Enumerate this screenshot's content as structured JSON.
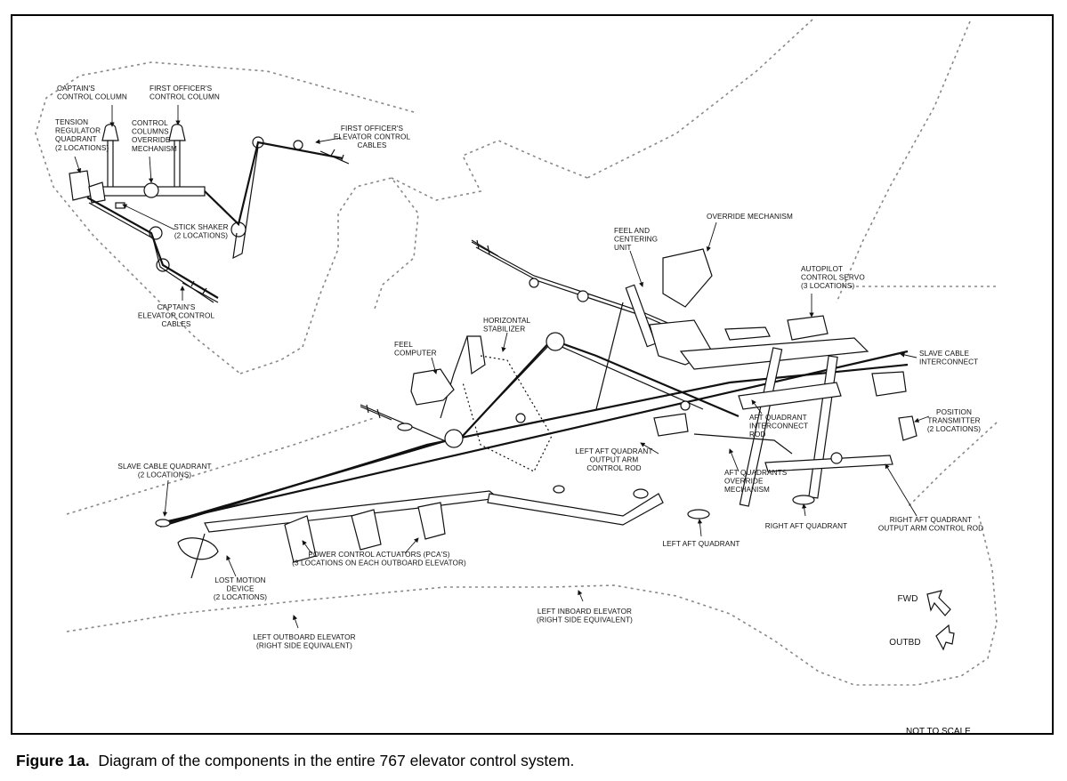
{
  "figure": {
    "caption_label": "Figure 1a.",
    "caption_text": "Diagram of the components in the entire 767 elevator control system.",
    "scale_note": "NOT TO SCALE"
  },
  "labels": {
    "captains_column": [
      "CAPTAIN'S",
      "CONTROL COLUMN"
    ],
    "first_officers_column": [
      "FIRST OFFICER'S",
      "CONTROL COLUMN"
    ],
    "tension_regulator": [
      "TENSION",
      "REGULATOR",
      "QUADRANT",
      "(2 LOCATIONS)"
    ],
    "override_mechanism_cockpit": [
      "CONTROL",
      "COLUMNS",
      "OVERRIDE",
      "MECHANISM"
    ],
    "fo_cables": [
      "FIRST OFFICER'S",
      "ELEVATOR CONTROL",
      "CABLES"
    ],
    "stick_shaker": [
      "STICK SHAKER",
      "(2 LOCATIONS)"
    ],
    "captains_cables": [
      "CAPTAIN'S",
      "ELEVATOR CONTROL",
      "CABLES"
    ],
    "override_mechanism": [
      "OVERRIDE MECHANISM"
    ],
    "feel_centering": [
      "FEEL AND",
      "CENTERING",
      "UNIT"
    ],
    "autopilot_servo": [
      "AUTOPILOT",
      "CONTROL SERVO",
      "(3 LOCATIONS)"
    ],
    "horizontal_stabilizer": [
      "HORIZONTAL",
      "STABILIZER"
    ],
    "feel_computer": [
      "FEEL",
      "COMPUTER"
    ],
    "slave_cable_interconnect": [
      "SLAVE CABLE",
      "INTERCONNECT"
    ],
    "aft_quadrant_interconnect": [
      "AFT QUADRANT",
      "INTERCONNECT",
      "ROD"
    ],
    "position_transmitter": [
      "POSITION",
      "TRANSMITTER",
      "(2 LOCATIONS)"
    ],
    "left_aft_output_rod": [
      "LEFT AFT QUADRANT",
      "OUTPUT ARM",
      "CONTROL ROD"
    ],
    "aft_quadrants_override": [
      "AFT QUADRANTS",
      "OVERRIDE",
      "MECHANISM"
    ],
    "slave_cable_quadrant": [
      "SLAVE CABLE QUADRANT",
      "(2 LOCATIONS)"
    ],
    "right_aft_quadrant": [
      "RIGHT AFT QUADRANT"
    ],
    "right_aft_output_rod": [
      "RIGHT AFT QUADRANT",
      "OUTPUT ARM CONTROL ROD"
    ],
    "left_aft_quadrant": [
      "LEFT AFT QUADRANT"
    ],
    "pcas": [
      "POWER CONTROL ACTUATORS (PCA'S)",
      "(3 LOCATIONS ON EACH OUTBOARD ELEVATOR)"
    ],
    "lost_motion": [
      "LOST MOTION",
      "DEVICE",
      "(2 LOCATIONS)"
    ],
    "left_inboard_elevator": [
      "LEFT INBOARD ELEVATOR",
      "(RIGHT SIDE EQUIVALENT)"
    ],
    "left_outboard_elevator": [
      "LEFT OUTBOARD ELEVATOR",
      "(RIGHT SIDE EQUIVALENT)"
    ],
    "fwd": [
      "FWD"
    ],
    "outbd": [
      "OUTBD"
    ]
  }
}
